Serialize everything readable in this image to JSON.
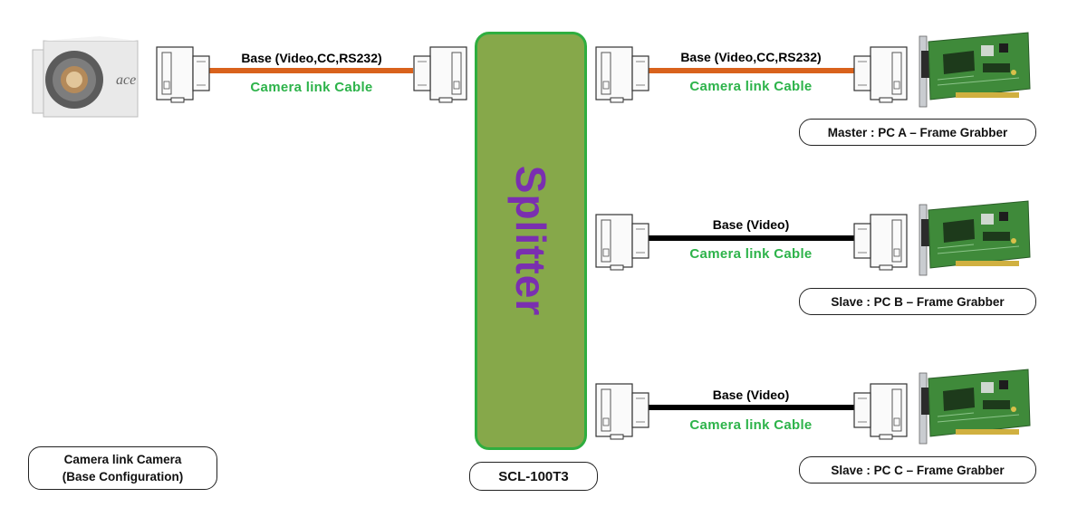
{
  "camera": {
    "brand_text": "ace",
    "label_line1": "Camera link Camera",
    "label_line2": "(Base Configuration)"
  },
  "splitter": {
    "text": "Splitter",
    "model": "SCL-100T3",
    "fill_color": "#86a84a",
    "border_color": "#2fae3f",
    "text_color": "#7a2fb0"
  },
  "cables": {
    "input": {
      "title": "Base (Video,CC,RS232)",
      "subtitle": "Camera link Cable",
      "color": "#d9621c"
    },
    "out_a": {
      "title": "Base (Video,CC,RS232)",
      "subtitle": "Camera link Cable",
      "color": "#d9621c"
    },
    "out_b": {
      "title": "Base (Video)",
      "subtitle": "Camera link Cable",
      "color": "#000000"
    },
    "out_c": {
      "title": "Base (Video)",
      "subtitle": "Camera link Cable",
      "color": "#000000"
    }
  },
  "grabbers": {
    "a": {
      "label": "Master : PC A –  Frame Grabber"
    },
    "b": {
      "label": "Slave : PC B – Frame Grabber"
    },
    "c": {
      "label": "Slave : PC C – Frame Grabber"
    }
  },
  "icons": {
    "camera": "camera-icon",
    "connector": "camera-link-connector-icon",
    "card": "frame-grabber-card-icon"
  }
}
